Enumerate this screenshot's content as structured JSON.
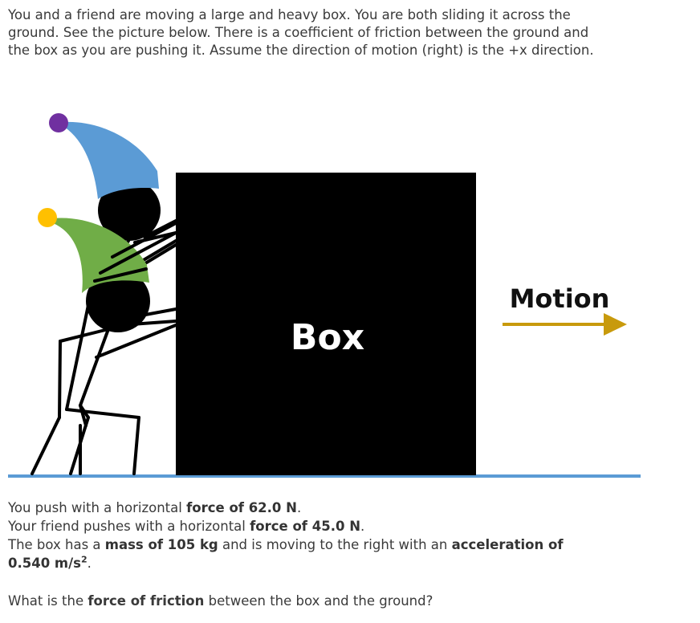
{
  "intro": "You and a friend are moving a large and heavy box.  You are both sliding it across the ground.  See the picture below.  There is a coefficient of friction between the ground and the box as you are pushing it.  Assume the direction of motion (right) is the +x direction.",
  "figure": {
    "box_label": "Box",
    "motion_label": "Motion",
    "colors": {
      "box": "#000000",
      "ground": "#5b9bd5",
      "arrow": "#c89a0c",
      "hat_blue": "#5b9bd5",
      "pom_purple": "#7030a0",
      "hat_green": "#70ad47",
      "pom_yellow": "#ffc000"
    }
  },
  "givens": {
    "line1_pre": "You push with a horizontal ",
    "line1_bold": "force of 62.0 N",
    "line1_post": ".",
    "line2_pre": "Your friend pushes with a horizontal ",
    "line2_bold": "force of 45.0 N",
    "line2_post": ".",
    "line3_pre": "The box has a ",
    "line3_bold1": "mass of 105 kg",
    "line3_mid": " and is moving to the right with an ",
    "line3_bold2": "acceleration of 0.540 m/s",
    "line3_exp": "2",
    "line3_post": "."
  },
  "question": {
    "pre": "What is the ",
    "bold": "force of friction",
    "post": " between the box and the ground?"
  }
}
